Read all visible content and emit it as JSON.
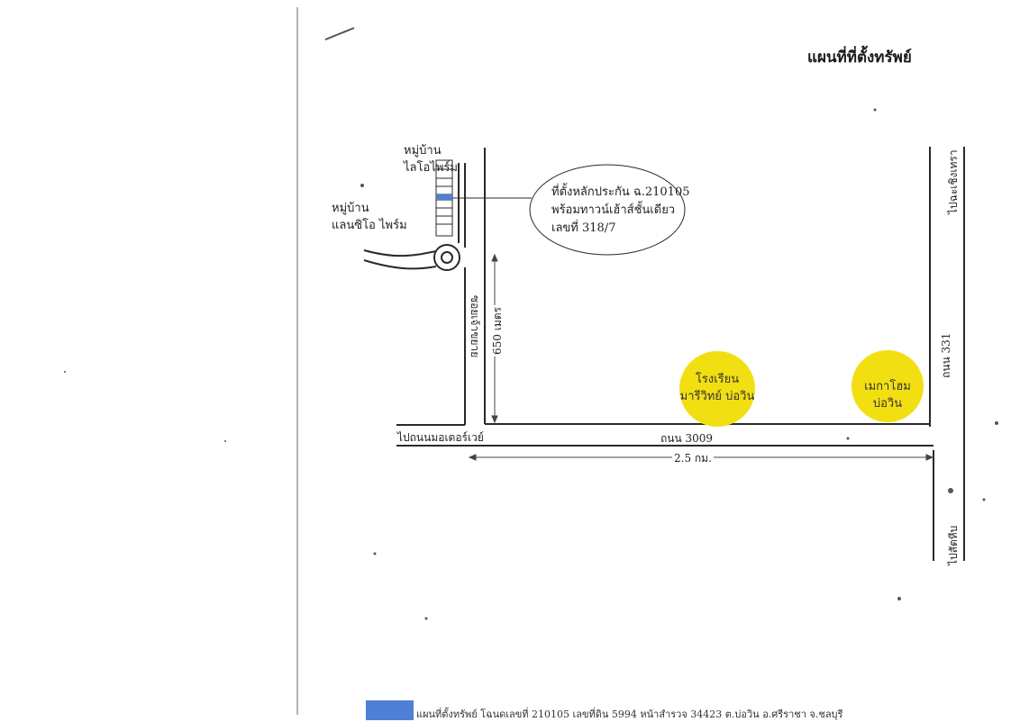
{
  "title": "แผนที่ที่ตั้งทรัพย์",
  "villages": {
    "north": [
      "หมู่บ้าน",
      "ไลโอไพร์ม"
    ],
    "west": [
      "หมู่บ้าน",
      "แลนซิโอ ไพร์ม"
    ]
  },
  "property_callout": [
    "ที่ตั้งหลักประกัน ฉ.210105",
    "พร้อมทาวน์เฮ้าส์ชั้นเดียว",
    "เลขที่ 318/7"
  ],
  "roads": {
    "soi": "ซอยเจ้าขยาย",
    "soi_distance": "650 เมตร",
    "main_road": "ถนน 3009",
    "to_motorway": "ไปถนนมอเตอร์เวย์",
    "distance_main": "2.5 กม.",
    "road_331": "ถนน 331",
    "to_plaeng_yao": "ไปฉะเชิงเทรา",
    "to_sattahip": "ไปสัตหีบ"
  },
  "landmarks": [
    {
      "lines": [
        "โรงเรียน",
        "มารีวิทย์ บ่อวิน"
      ],
      "color": "#f2df12"
    },
    {
      "lines": [
        "เมกาโฮม",
        "บ่อวิน"
      ],
      "color": "#f2df12"
    }
  ],
  "legend": {
    "text": "แผนที่ตั้งทรัพย์ โฉนดเลขที่ 210105 เลขที่ดิน 5994 หน้าสำรวจ 34423 ต.บ่อวิน อ.ศรีราชา จ.ชลบุรี",
    "color": "#4f7fd6"
  },
  "colors": {
    "road_line": "#2a2a2a",
    "property_marker": "#4f7fd6",
    "landmark": "#f2df12"
  }
}
